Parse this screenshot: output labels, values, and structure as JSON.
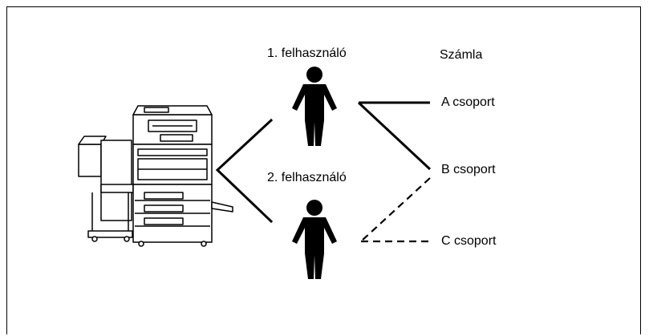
{
  "labels": {
    "user1": "1. felhasználó",
    "user2": "2. felhasználó",
    "account_header": "Számla",
    "group_a": "A csoport",
    "group_b": "B csoport",
    "group_c": "C csoport"
  },
  "icons": {
    "device": "multifunction-printer-icon",
    "user": "person-icon"
  },
  "colors": {
    "line": "#000000",
    "background": "#ffffff"
  }
}
